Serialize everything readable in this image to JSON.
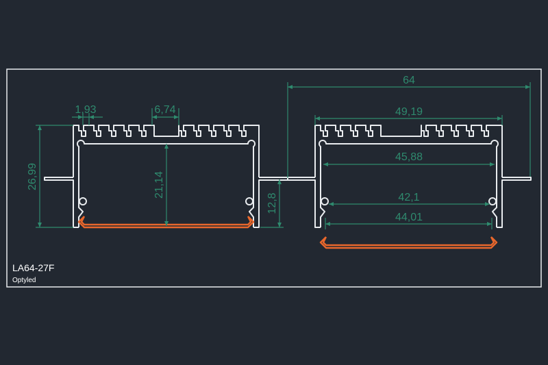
{
  "drawing": {
    "model_code": "LA64-27F",
    "brand": "Optyled",
    "dimensions": {
      "slot_width": "1,93",
      "slot_gap": "6,74",
      "total_height": "26,99",
      "inner_height": "21,14",
      "flange_height": "12,8",
      "flange_width": "64",
      "outer_width": "49,19",
      "inner_width": "45,88",
      "clip_width": "42,1",
      "diffuser_width": "44,01"
    },
    "colors": {
      "background": "#222831",
      "profile": "#e9ecef",
      "dimension": "#2f8a6e",
      "diffuser": "#e8672c"
    }
  }
}
